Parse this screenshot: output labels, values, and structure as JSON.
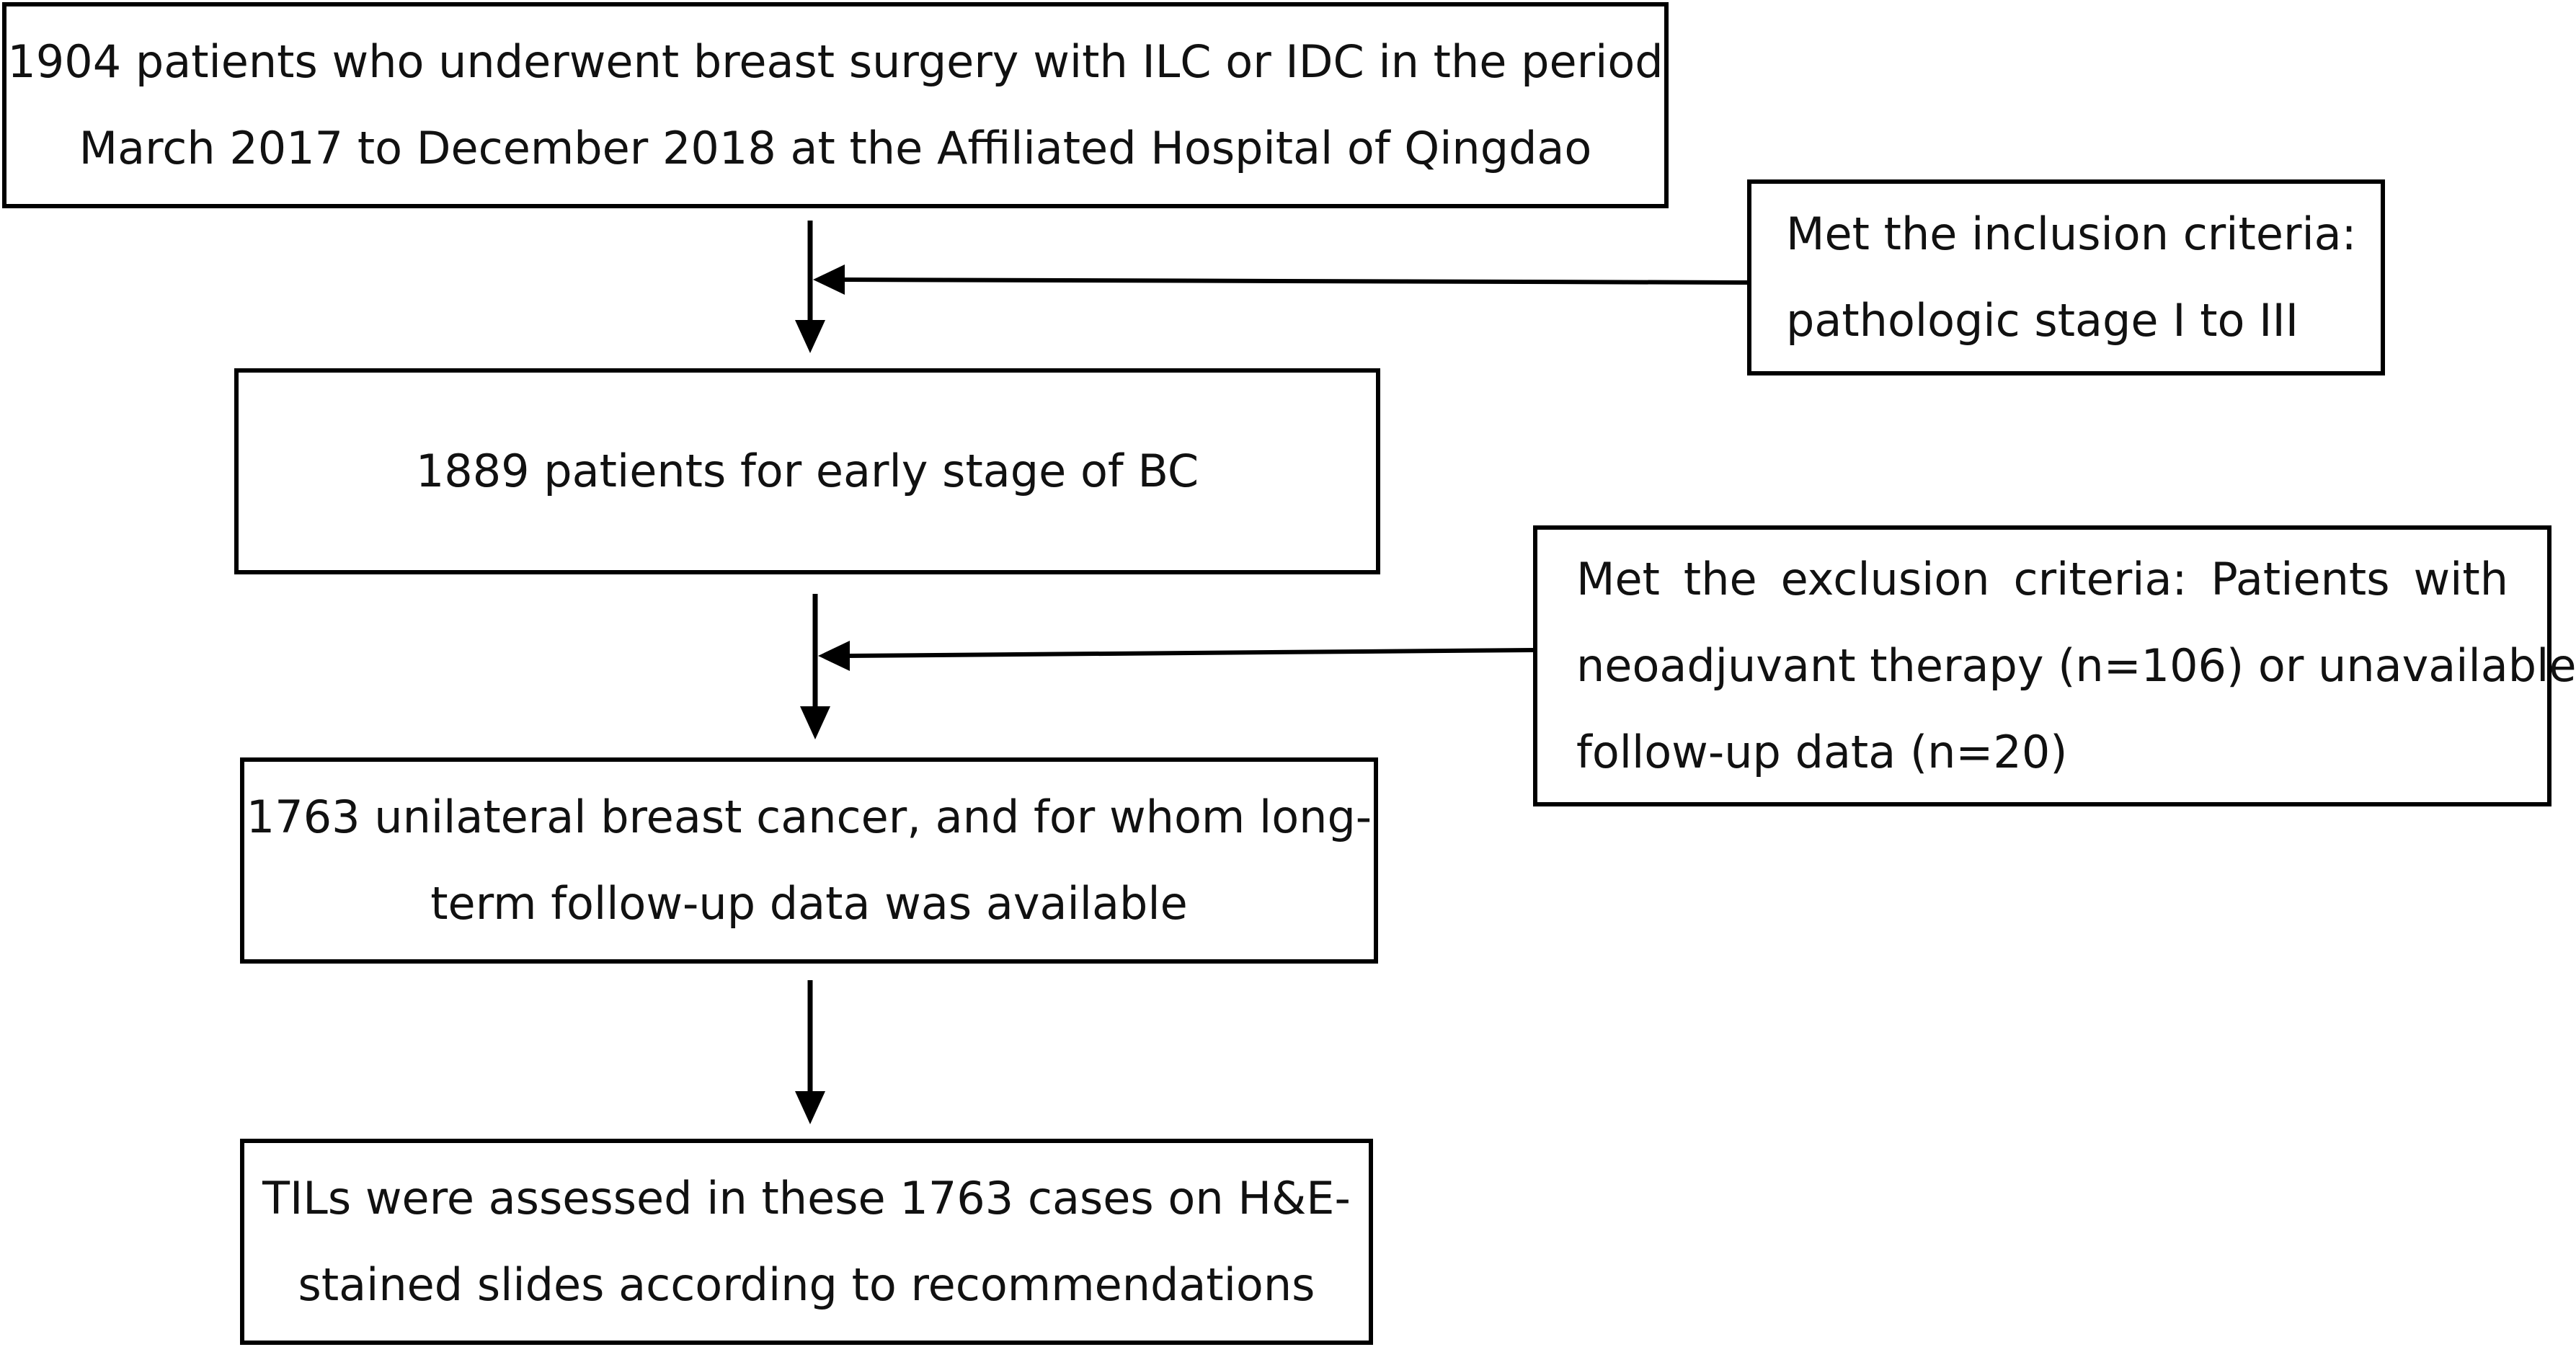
{
  "flowchart": {
    "box1": {
      "lines": [
        "1904 patients who underwent breast surgery with ILC or IDC in the period",
        "March 2017 to December 2018 at the Affiliated Hospital of Qingdao"
      ]
    },
    "box2": {
      "lines": [
        "1889 patients for early stage of BC"
      ]
    },
    "box3": {
      "lines": [
        "1763 unilateral breast cancer, and for whom long-",
        "term follow-up data was available"
      ]
    },
    "box4": {
      "lines": [
        "TILs were assessed in these 1763 cases on H&E-",
        "stained slides according to recommendations"
      ]
    },
    "inclusion": {
      "lines": [
        "Met the inclusion criteria:",
        "pathologic stage I to III"
      ]
    },
    "exclusion": {
      "lines": [
        "Met the exclusion criteria: Patients with",
        "neoadjuvant therapy (n=106) or unavailable",
        "follow-up data (n=20)"
      ]
    }
  }
}
